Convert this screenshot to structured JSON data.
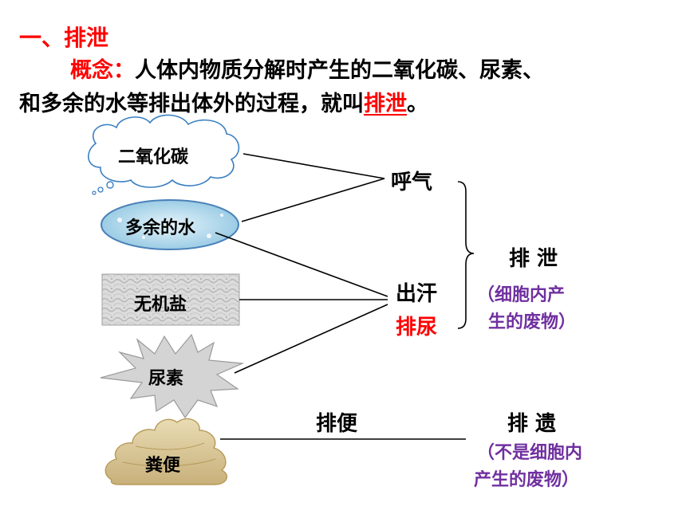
{
  "heading": "一、排泄",
  "concept": {
    "label": "概念：",
    "line1_text": "人体内物质分解时产生的二氧化碳、尿素、",
    "line2_text": "和多余的水等排出体外的过程，就叫",
    "term": "排泄",
    "end": "。"
  },
  "substances": {
    "co2": "二氧化碳",
    "water": "多余的水",
    "salt": "无机盐",
    "urea": "尿素",
    "feces": "粪便"
  },
  "routes": {
    "exhale": "呼气",
    "sweat": "出汗",
    "urinate": "排尿",
    "defecate": "排便"
  },
  "categories": {
    "excretion": "排 泄",
    "excretion_note_1": "（细胞内产",
    "excretion_note_2": "生的废物）",
    "egestion": "排 遗",
    "egestion_note_1": "（不是细胞内",
    "egestion_note_2": "产生的废物）"
  },
  "colors": {
    "accent_red": "#ff0000",
    "note_purple": "#7030a0",
    "water_fill": "#a9d6ea",
    "water_stroke": "#4a80b8",
    "salt_fill": "#d9d9d9",
    "feces_fill": "#d9c89a"
  },
  "icons": {
    "co2": "thought-cloud-icon",
    "water": "water-ellipse-icon",
    "salt": "stone-texture-icon",
    "urea": "starburst-icon",
    "feces": "pile-icon",
    "bracket": "curly-bracket-icon"
  }
}
